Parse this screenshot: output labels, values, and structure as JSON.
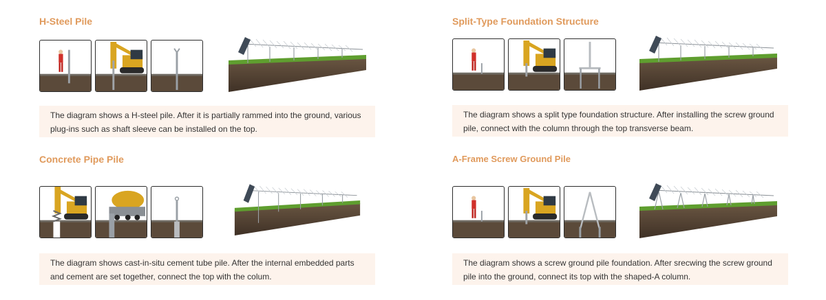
{
  "sections": [
    {
      "id": "h-steel",
      "title": "H-Steel Pile",
      "description": "The diagram shows a H-steel pile. After it is partially rammed into the ground, various plug-ins such as shaft sleeve can be installed on the top."
    },
    {
      "id": "split-type",
      "title": "Split-Type Foundation Structure",
      "description": "The diagram shows a split type foundation structure. After installing the screw ground pile, connect with the column through the top transverse beam."
    },
    {
      "id": "concrete-pipe",
      "title": "Concrete Pipe Pile",
      "description": "The diagram shows cast-in-situ cement tube pile. After the internal embedded parts and cement are set together, connect the top with the colum."
    },
    {
      "id": "a-frame",
      "title": "A-Frame Screw Ground Pile",
      "description": "The diagram shows a screw ground pile foundation. After srecwing the screw ground pile into the ground, connect its top with the shaped-A column."
    }
  ],
  "colors": {
    "title": "#e09a5c",
    "description_bg": "#fdf3ec",
    "soil": "#5b4a3a",
    "grass": "#5f9e2f",
    "machine": "#d9a521",
    "worker": "#d0302a"
  }
}
